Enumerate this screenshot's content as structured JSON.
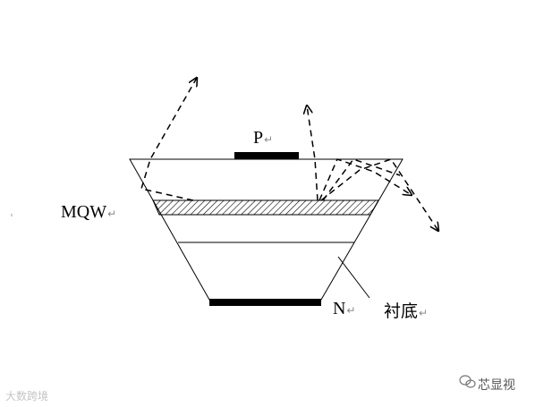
{
  "labels": {
    "p_electrode": "P",
    "mqw": "MQW",
    "n_electrode": "N",
    "substrate": "衬底",
    "return_mark": "↵"
  },
  "watermarks": {
    "left": "大数跨境",
    "right": "芯显视"
  },
  "colors": {
    "line": "#000000",
    "background": "#ffffff"
  }
}
